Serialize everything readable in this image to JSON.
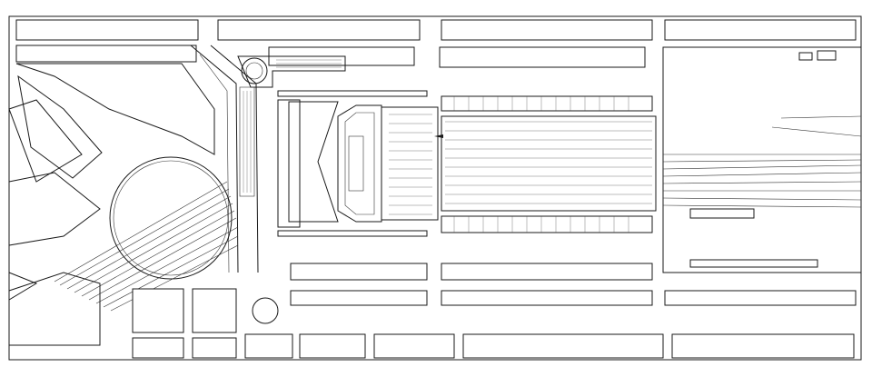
{
  "drawing": {
    "kind": "architectural site plan",
    "line_color": "#1a1a1a",
    "background": "#ffffff",
    "platform_tracks": 10,
    "yard_tracks": 8,
    "roundhouse_tracks": 9
  }
}
